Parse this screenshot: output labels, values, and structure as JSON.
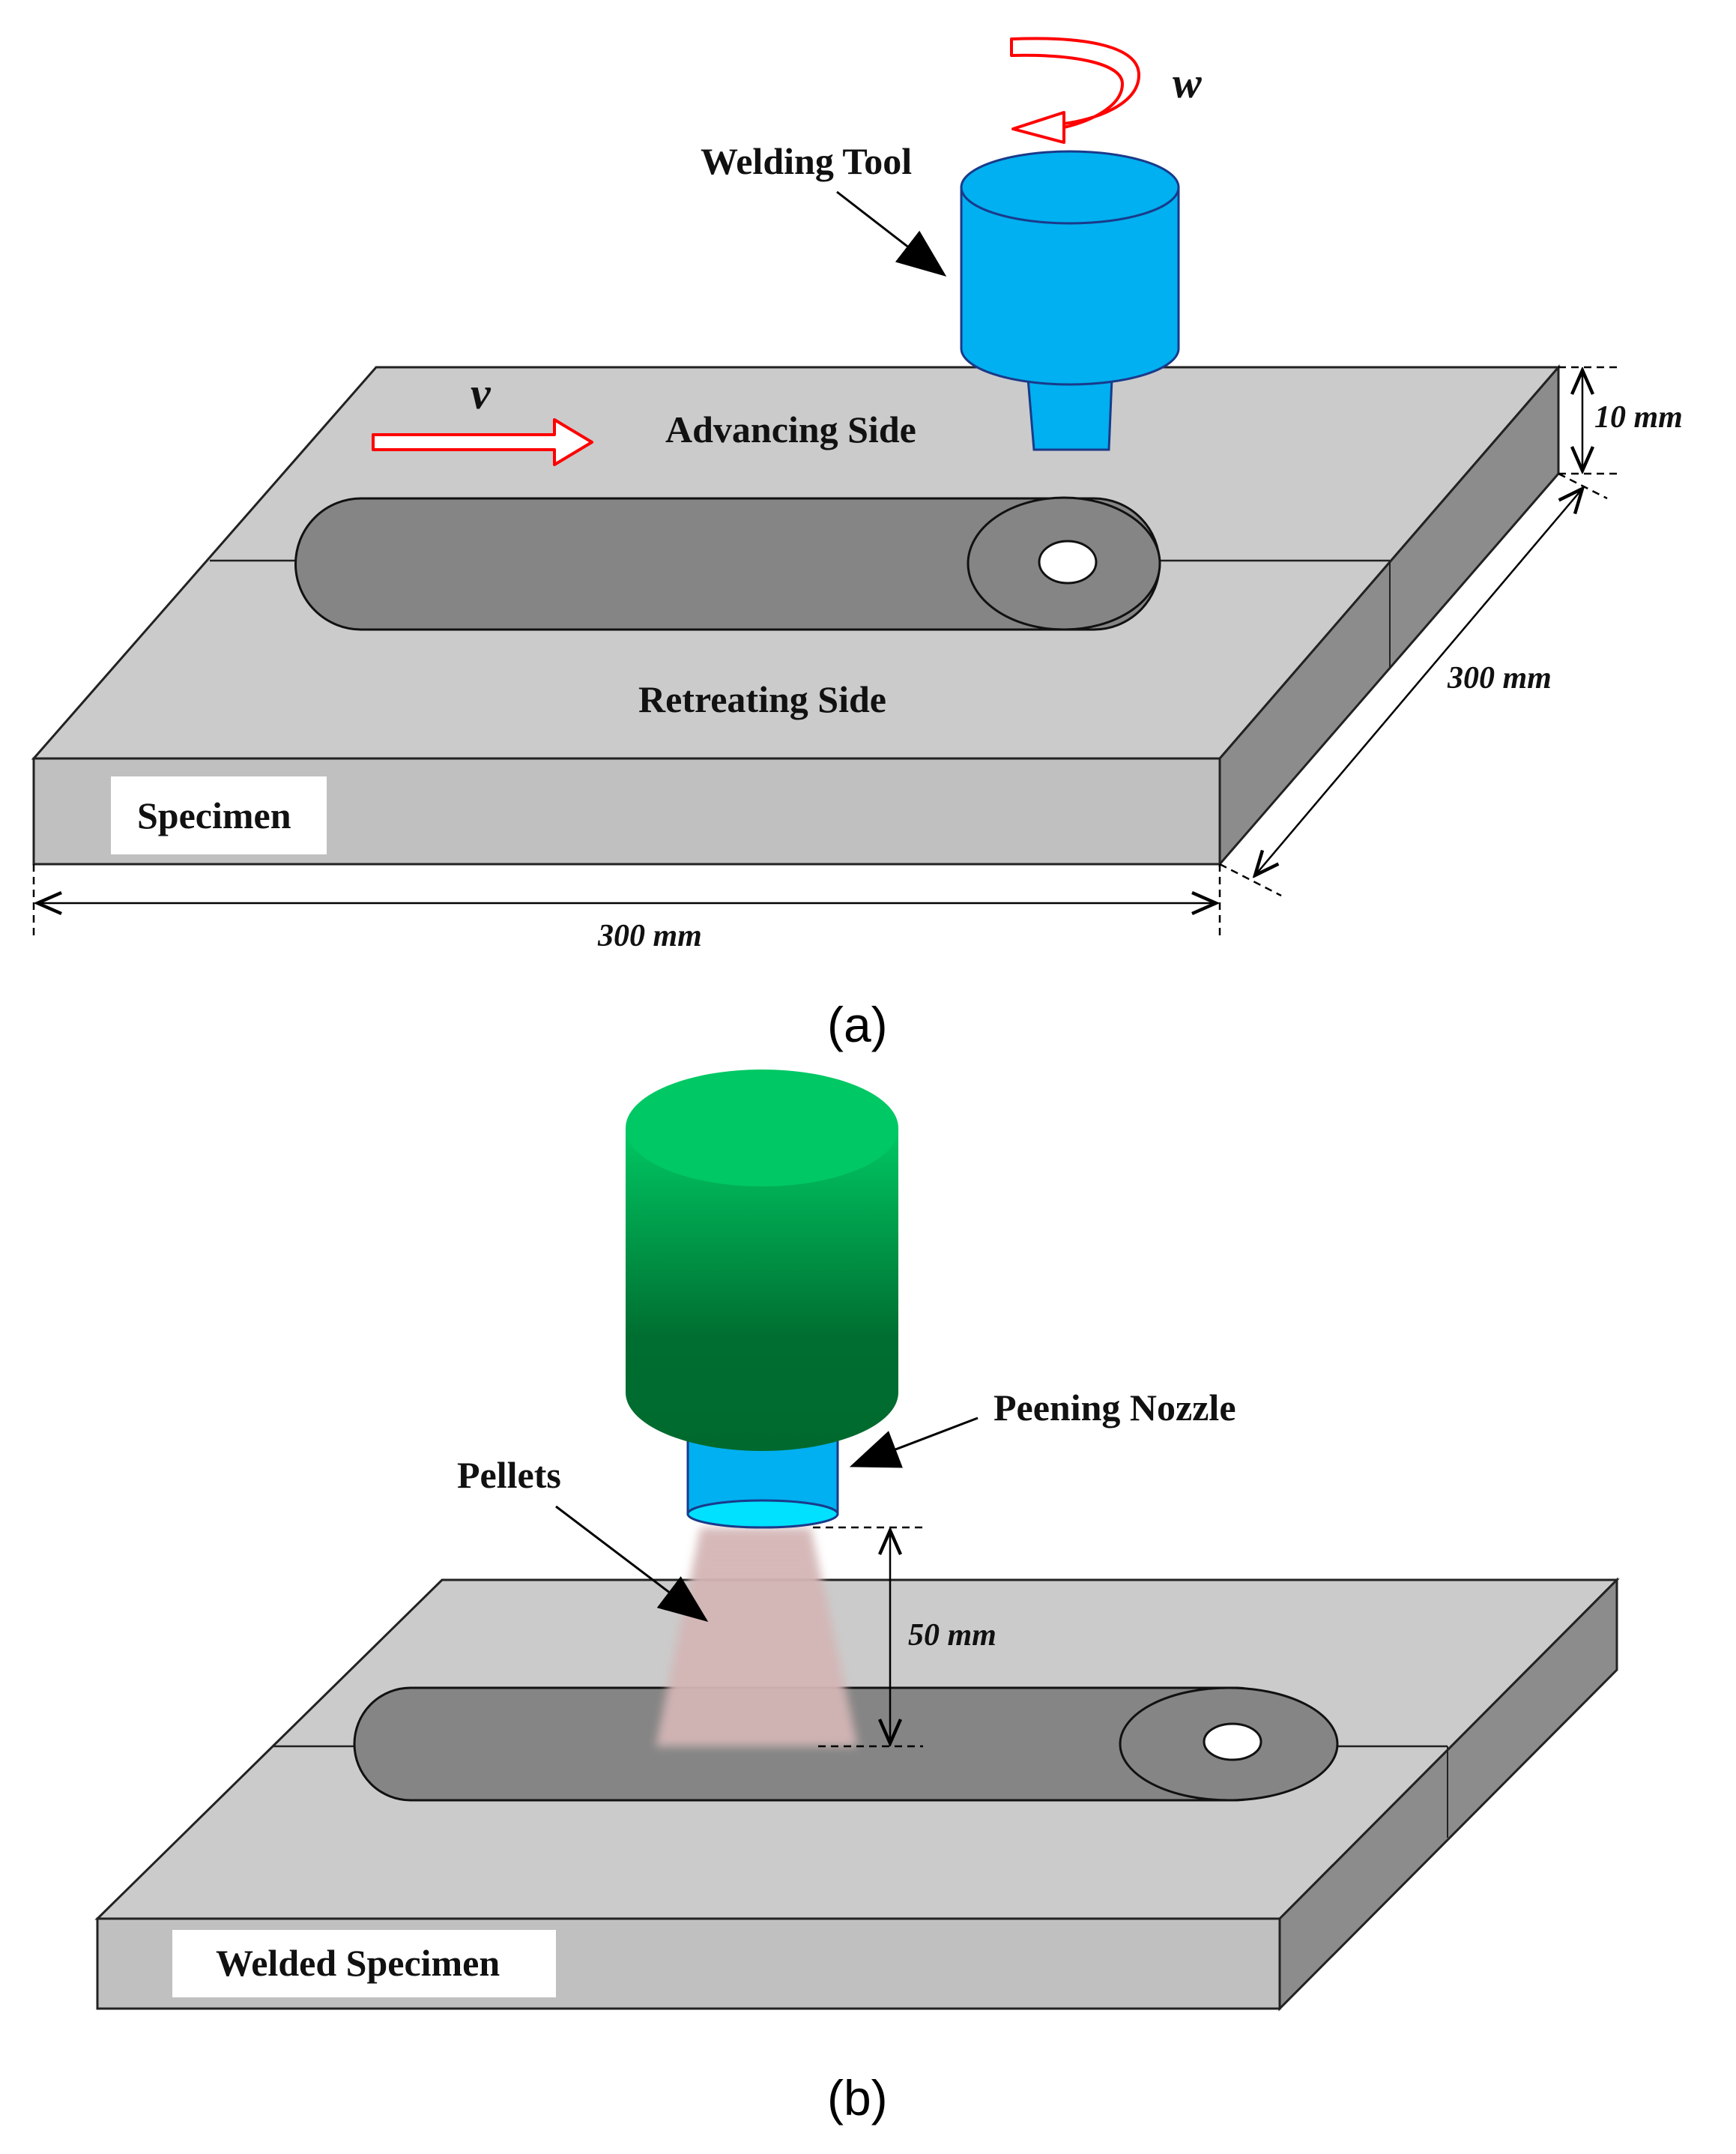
{
  "panel_a": {
    "label": "(a)",
    "tool_label": "Welding Tool",
    "rotation_symbol": "w",
    "velocity_symbol": "v",
    "advancing_side": "Advancing Side",
    "retreating_side": "Retreating Side",
    "specimen_label": "Specimen",
    "thickness": "10 mm",
    "depth": "300 mm",
    "width": "300 mm"
  },
  "panel_b": {
    "label": "(b)",
    "nozzle_label": "Peening Nozzle",
    "pellets_label": "Pellets",
    "standoff": "50 mm",
    "specimen_label": "Welded Specimen"
  },
  "colors": {
    "plate_top": "#cbcbcb",
    "plate_front": "#c0c0c0",
    "plate_side": "#8c8c8c",
    "weld_bead": "#858585",
    "tool_blue": "#00b0f0",
    "nozzle_green_top": "#00c060",
    "nozzle_green_bottom": "#006e30",
    "arrow_red": "#ff0000"
  }
}
